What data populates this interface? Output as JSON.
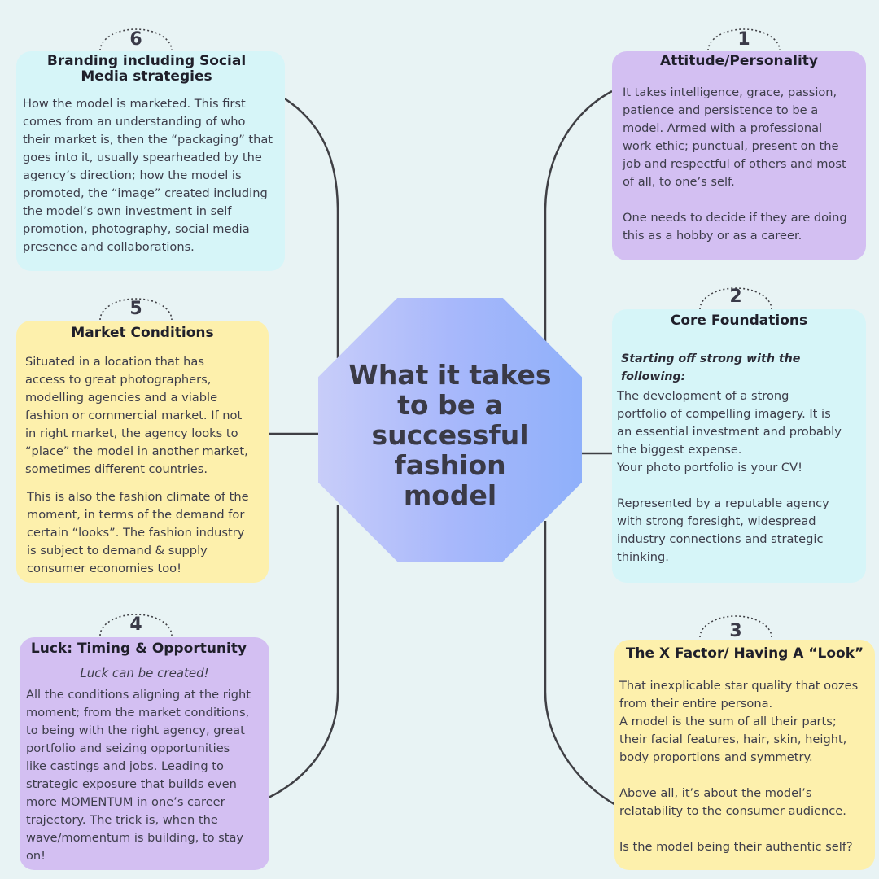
{
  "center": {
    "title": "What it takes\nto be a\nsuccessful\nfashion\nmodel"
  },
  "cards": {
    "c1": {
      "number": "1",
      "title": "Attitude/Personality",
      "body": "It takes intelligence, grace, passion,\npatience and persistence to be a\nmodel. Armed with a professional\nwork ethic; punctual, present on the\njob and respectful of others and most\nof all, to one’s self.\n\nOne needs to decide if they are doing\nthis as a hobby or as a career."
    },
    "c2": {
      "number": "2",
      "title": "Core Foundations",
      "subtitle": "Starting off strong with the following:",
      "body": "The development of a strong\nportfolio of compelling imagery.  It is\nan essential investment and probably\nthe biggest expense.\nYour photo portfolio is your CV!\n\nRepresented by a reputable agency\nwith strong foresight, widespread\nindustry connections and strategic\nthinking."
    },
    "c3": {
      "number": "3",
      "title": "The X Factor/ Having A “Look”",
      "body": "That inexplicable star quality that oozes\nfrom their entire persona.\nA model is the sum of all their parts;\ntheir facial features, hair, skin, height,\nbody proportions and symmetry.\n\nAbove all, it’s about the model’s\nrelatability to the consumer audience.\n\nIs the model being their authentic self?"
    },
    "c4": {
      "number": "4",
      "title": "Luck: Timing & Opportunity",
      "subtitle": "Luck can be created!",
      "body": "All the conditions aligning at the right\nmoment; from the market conditions,\nto being with the right agency, great\nportfolio and seizing opportunities\nlike castings and jobs. Leading to\nstrategic exposure that builds even\nmore MOMENTUM in one’s career\ntrajectory. The trick is, when the\nwave/momentum is building, to stay\non!"
    },
    "c5": {
      "number": "5",
      "title": "Market Conditions",
      "body": "Situated in a location that has\naccess to great photographers,\nmodelling agencies and a viable\nfashion  or commercial market. If not\nin right market, the agency looks to\n“place” the model in another market,\nsometimes different countries.",
      "body2": "This is also the fashion climate of the\nmoment, in terms of the demand for\ncertain “looks”. The fashion industry\nis subject to demand & supply\nconsumer economies too!"
    },
    "c6": {
      "number": "6",
      "title": "Branding including Social\nMedia strategies",
      "body": "How the model is marketed. This first\ncomes from an understanding of who\ntheir market is, then the “packaging” that\ngoes into it, usually spearheaded by the\nagency’s direction; how the model is\npromoted, the “image” created including\nthe model’s own investment in self\npromotion, photography, social media\npresence and collaborations."
    }
  },
  "colors": {
    "purple": "#d3bff2",
    "cyan": "#d6f5f8",
    "yellow": "#fdf0ac",
    "hub_gradient": [
      "#c8cdf9",
      "#8fb0fa"
    ]
  }
}
